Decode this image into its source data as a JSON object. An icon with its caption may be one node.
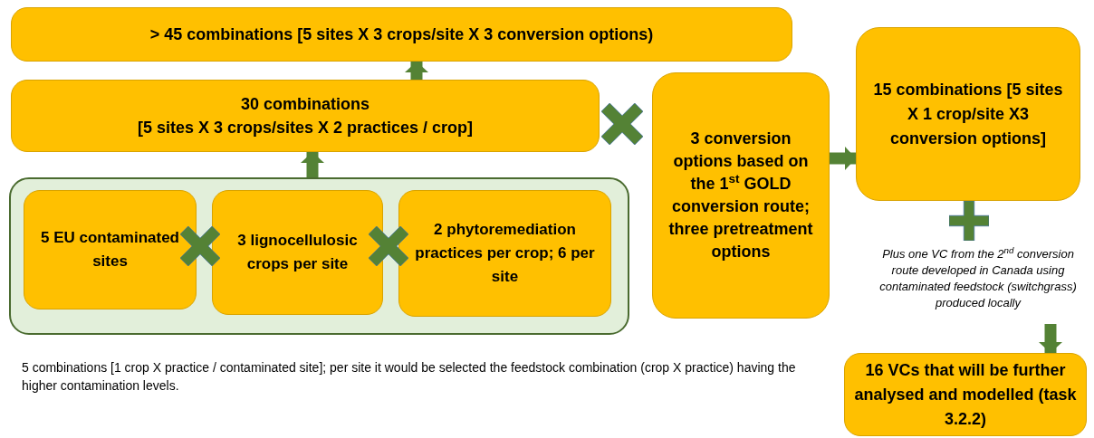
{
  "diagram": {
    "nodes": [
      {
        "text": [
          "> 45 combinations [5 sites X 3 crops/site X 3 conversion options)"
        ]
      },
      {
        "text": [
          "30 combinations",
          "[5 sites X 3 crops/sites X 2 practices / crop]"
        ]
      },
      {
        "text": [],
        "shape": "box"
      },
      {
        "text": [
          "5 EU contaminated sites"
        ],
        "in": 2
      },
      {
        "text": [
          "3 lignocellulosic crops per site"
        ],
        "in": 2
      },
      {
        "text": [
          "2 phytoremediation practices per crop; 6 per site"
        ],
        "in": 2
      },
      {
        "text": [
          "3 conversion options based on the 1$^{st}$ GOLD conversion route; three pretreatment options"
        ]
      },
      {
        "text": [
          "15 combinations [5 sites X  1 crop/site X3 conversion options]"
        ]
      },
      {
        "text": [
          "16 VCs that will be further analysed and modelled (task 3.2.2)"
        ]
      },
      {
        "text": [
          "Plus one VC from the 2$^{nd}$ conversion route developed in Canada using contaminated feedstock (switchgrass) produced locally"
        ]
      }
    ],
    "edges": [
      {
        "from": 1,
        "to": 0,
        "arrow": "to"
      },
      {
        "from": 2,
        "to": 1,
        "arrow": "to"
      },
      {
        "from": 6,
        "to": 7,
        "arrow": "to"
      },
      {
        "from": 9,
        "to": 8,
        "arrow": "to"
      }
    ],
    "labels": [
      "5 combinations [1 crop X practice / contaminated site]; per site it would be selected the feedstock combination (crop X practice) having the higher contamination levels."
    ]
  }
}
